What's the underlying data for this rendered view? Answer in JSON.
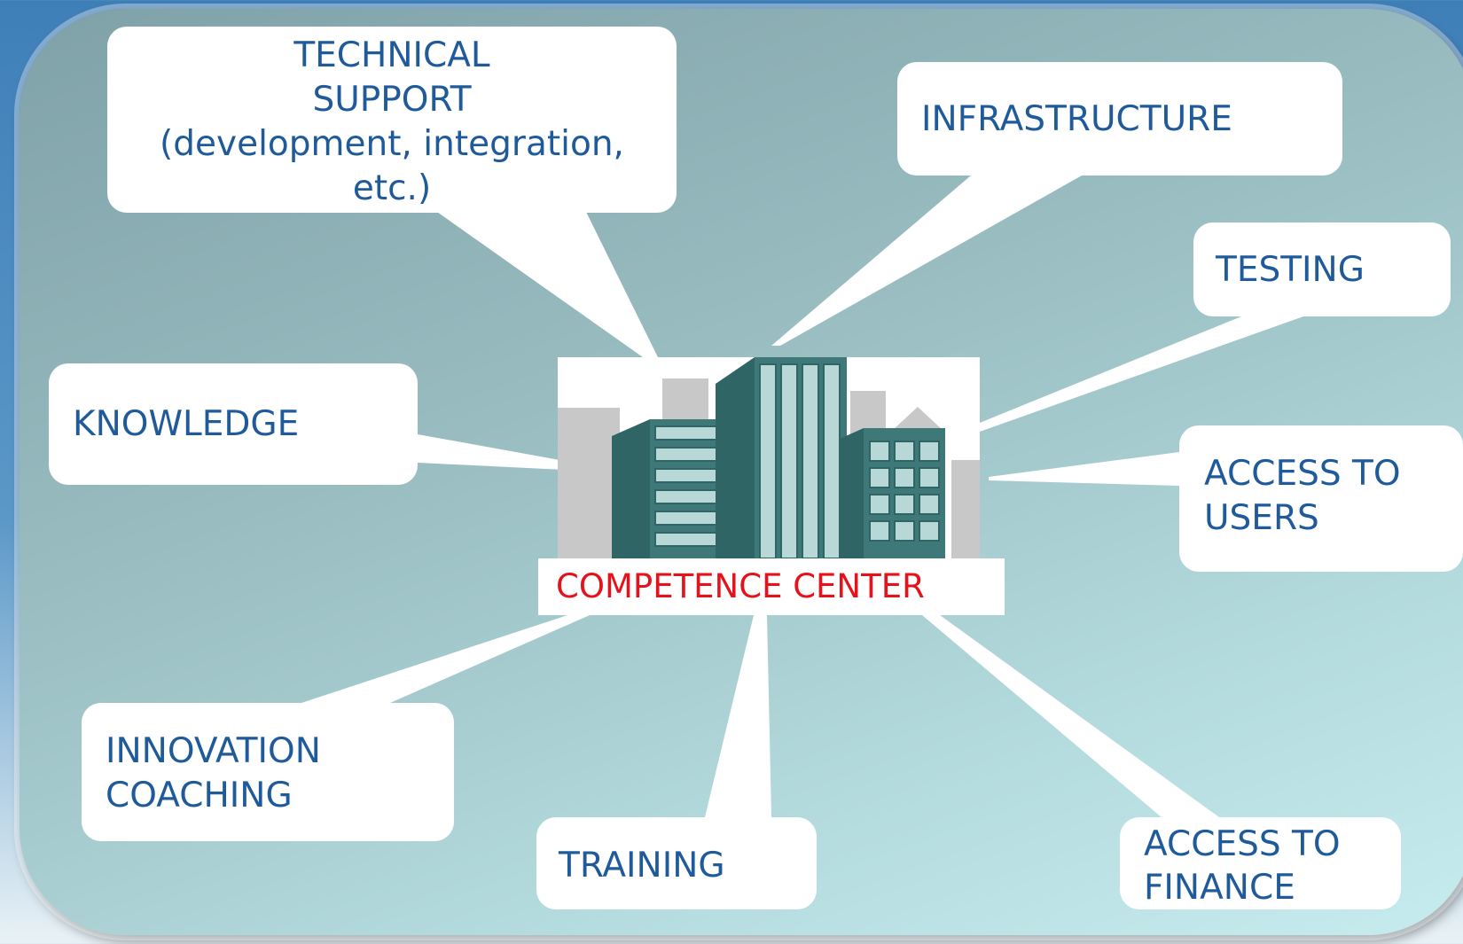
{
  "callouts": {
    "technical_support": "TECHNICAL\nSUPPORT\n(development, integration,\netc.)",
    "infrastructure": "INFRASTRUCTURE",
    "testing": "TESTING",
    "knowledge": "KNOWLEDGE",
    "access_to_users": "ACCESS TO\nUSERS",
    "innovation_coaching": "INNOVATION\nCOACHING",
    "training": "TRAINING",
    "access_to_finance": "ACCESS TO\nFINANCE"
  },
  "center": {
    "label": "COMPETENCE CENTER",
    "icon": "office-buildings-icon"
  },
  "colors": {
    "callout_text": "#1f5a9a",
    "center_label_text": "#e5121c",
    "building_dark": "#2f6565",
    "building_mid": "#4a8585",
    "building_glass": "#b8d8d8",
    "backdrop_gray": "#c8c8c8"
  }
}
